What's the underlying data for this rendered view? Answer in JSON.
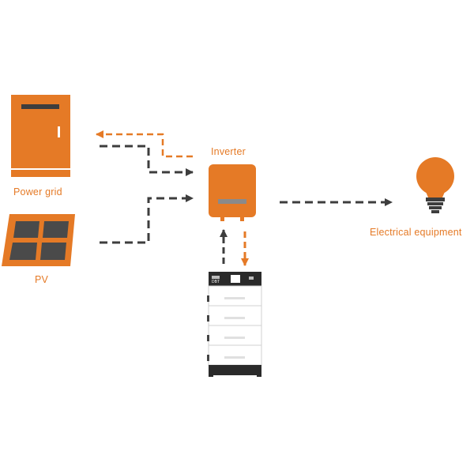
{
  "labels": {
    "power_grid": "Power grid",
    "pv": "PV",
    "inverter": "Inverter",
    "electrical_equipment": "Electrical equipment"
  },
  "battery_brand": "DBT",
  "colors": {
    "accent": "#e57a26",
    "flow_dark": "#3d3d3d",
    "flow_orange": "#e57a26",
    "panel_cell": "#4a4a4a"
  },
  "icons": [
    "power-grid-cabinet-icon",
    "pv-panel-icon",
    "inverter-icon",
    "battery-stack-icon",
    "light-bulb-icon"
  ]
}
